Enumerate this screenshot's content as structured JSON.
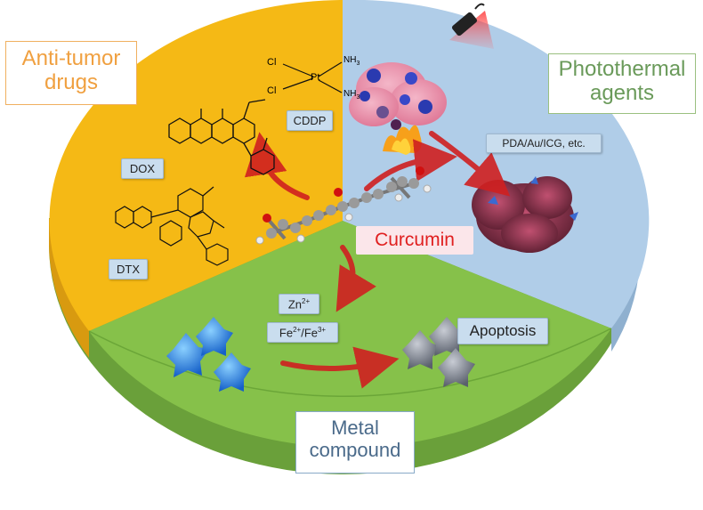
{
  "sections": {
    "anti_tumor": {
      "label_line1": "Anti-tumor",
      "label_line2": "drugs",
      "fill": "#f5b915",
      "text_color": "#f0a040"
    },
    "photothermal": {
      "label_line1": "Photothermal",
      "label_line2": "agents",
      "fill": "#b0cde8",
      "text_color": "#6a9a5a"
    },
    "metal": {
      "label_line1": "Metal",
      "label_line2": "compound",
      "fill": "#86c14a",
      "text_color": "#4a6a8a"
    }
  },
  "center": {
    "label": "Curcumin",
    "color": "#e02020"
  },
  "drug_tags": {
    "cddp": "CDDP",
    "dox": "DOX",
    "dtx": "DTX"
  },
  "photothermal_tag": "PDA/Au/ICG, etc.",
  "metal_tags": {
    "zn": "Zn",
    "zn_sup": "2+",
    "fe2": "Fe",
    "fe2_sup": "2+",
    "slash": "/",
    "fe3": "Fe",
    "fe3_sup": "3+"
  },
  "apoptosis": "Apoptosis",
  "cisplatin": {
    "cl": "Cl",
    "pt": "Pt",
    "nh3": "NH",
    "sub3": "3"
  },
  "icons": [
    "laser-pointer-icon",
    "arrow-icon",
    "cell-cluster-icon",
    "tumor-icon",
    "molecule-icon",
    "cell-icon"
  ]
}
